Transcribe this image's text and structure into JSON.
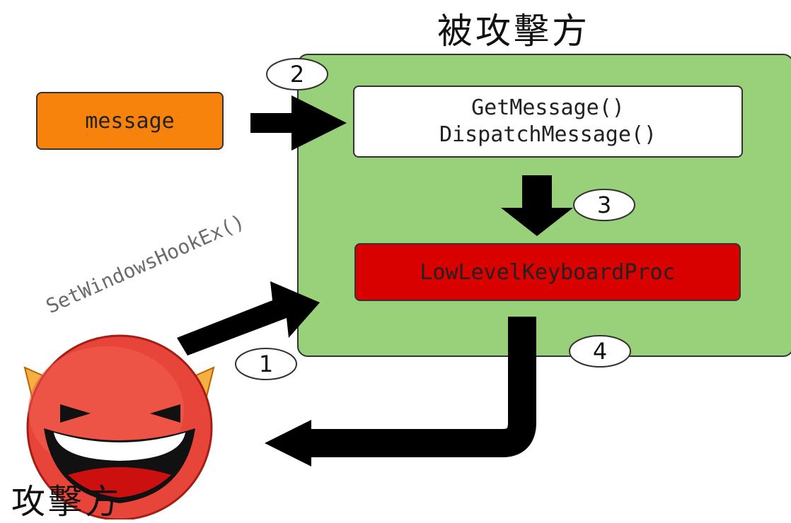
{
  "victim_label": "被攻擊方",
  "attacker_label": "攻擊方",
  "message_box": "message",
  "dispatch_box": {
    "line1": "GetMessage()",
    "line2": "DispatchMessage()"
  },
  "proc_box": "LowLevelKeyboardProc",
  "hook_call": "SetWindowsHookEx()",
  "steps": [
    "1",
    "2",
    "3",
    "4"
  ],
  "colors": {
    "victim_area": "#99d17b",
    "message_box": "#f7830c",
    "proc_box": "#d90000",
    "arrows": "#000000"
  },
  "icons": {
    "attacker": "devil-face-icon"
  }
}
